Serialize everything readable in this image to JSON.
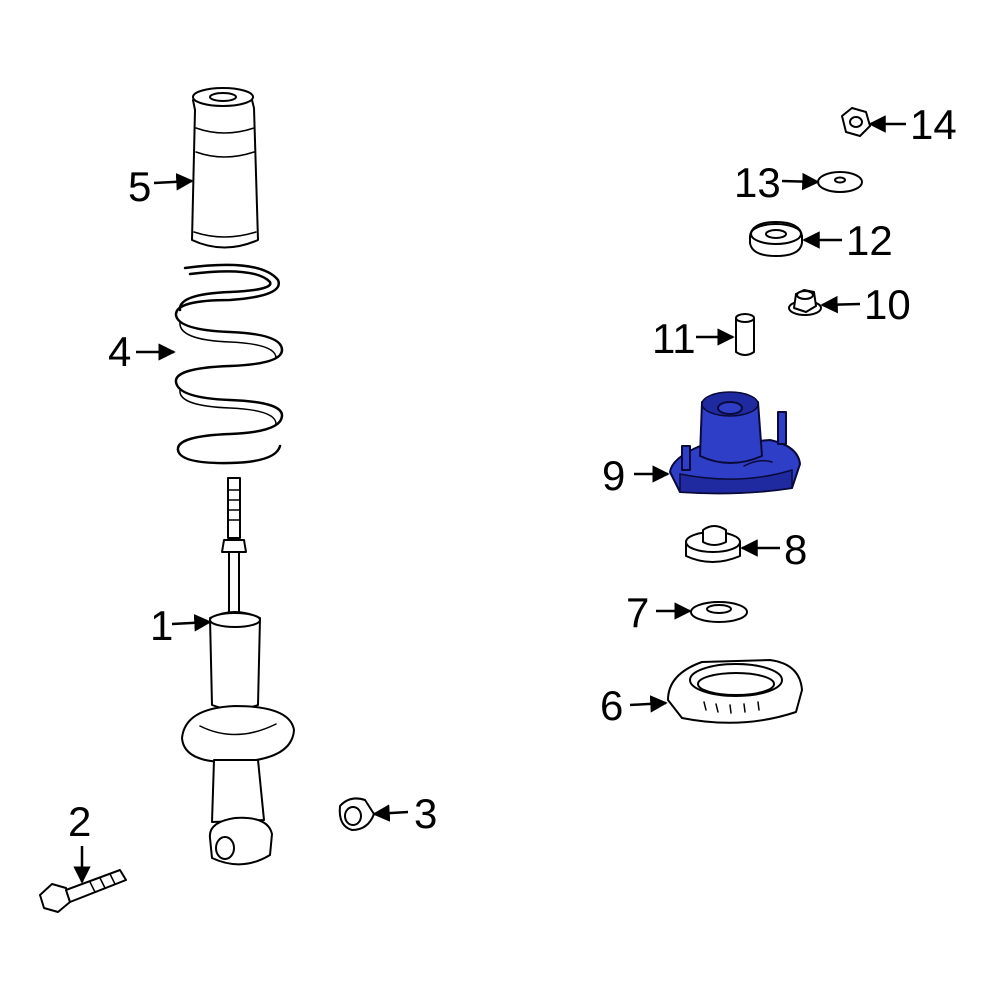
{
  "diagram": {
    "highlight_color": "#2f3ec6",
    "line_color": "#000000",
    "background": "#ffffff",
    "highlighted_part": "9",
    "callouts": [
      "1",
      "2",
      "3",
      "4",
      "5",
      "6",
      "7",
      "8",
      "9",
      "10",
      "11",
      "12",
      "13",
      "14"
    ]
  }
}
